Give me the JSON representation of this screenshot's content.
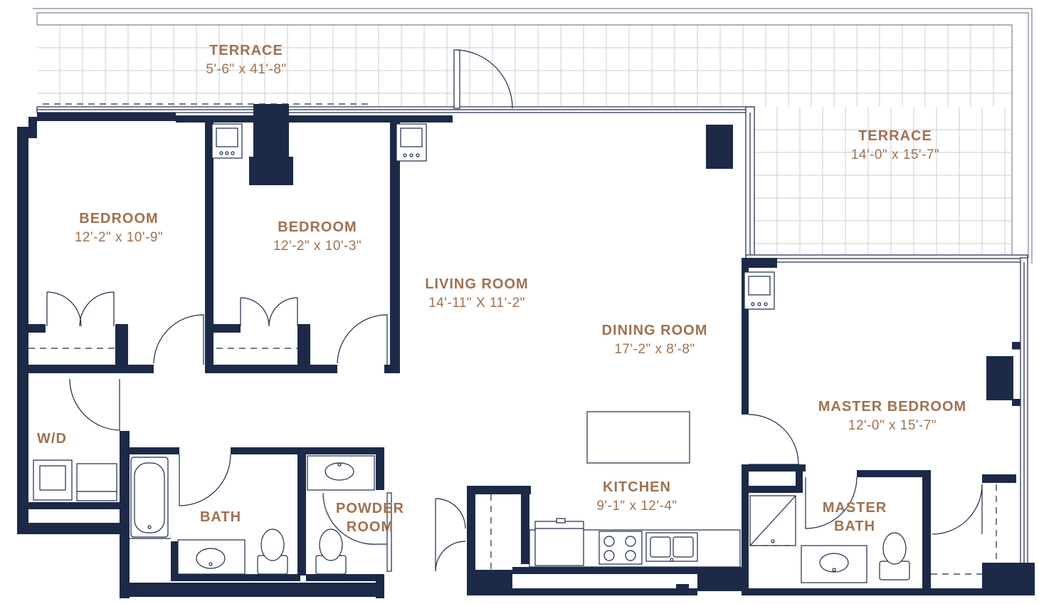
{
  "colors": {
    "wall": "#1c2a48",
    "label": "#a0714f",
    "grid": "#c9cdd6"
  },
  "rooms": {
    "terrace_top": {
      "name": "TERRACE",
      "dims": "5'-6\" x 41'-8\""
    },
    "terrace_right": {
      "name": "TERRACE",
      "dims": "14'-0\" x 15'-7\""
    },
    "bedroom_1": {
      "name": "BEDROOM",
      "dims": "12'-2\" x 10'-9\""
    },
    "bedroom_2": {
      "name": "BEDROOM",
      "dims": "12'-2\" x 10'-3\""
    },
    "living_room": {
      "name": "LIVING ROOM",
      "dims": "14'-11\" X 11'-2\""
    },
    "dining_room": {
      "name": "DINING ROOM",
      "dims": "17'-2\" x 8'-8\""
    },
    "master_bedroom": {
      "name": "MASTER BEDROOM",
      "dims": "12'-0\" x 15'-7\""
    },
    "wd": {
      "name": "W/D"
    },
    "bath": {
      "name": "BATH"
    },
    "powder_room": {
      "line1": "POWDER",
      "line2": "ROOM"
    },
    "kitchen": {
      "name": "KITCHEN",
      "dims": "9'-1\" x 12'-4\""
    },
    "master_bath": {
      "line1": "MASTER",
      "line2": "BATH"
    }
  }
}
